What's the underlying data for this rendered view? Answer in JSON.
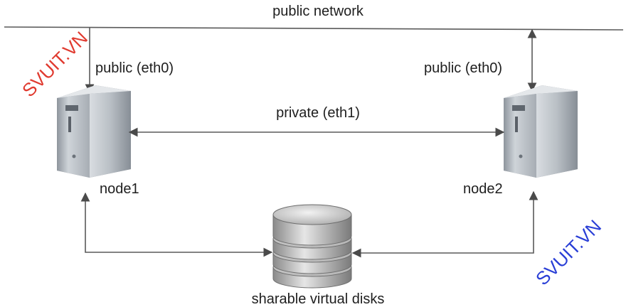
{
  "network": {
    "public_label": "public network"
  },
  "node1": {
    "name": "node1",
    "public_label": "public (eth0)"
  },
  "node2": {
    "name": "node2",
    "public_label": "public (eth0)"
  },
  "private_link": {
    "label": "private (eth1)"
  },
  "storage": {
    "label": "sharable virtual disks"
  },
  "watermarks": {
    "top_left": "SVUIT.VN",
    "bottom_right": "SVUIT.VN"
  },
  "colors": {
    "line": "#5a5a5a",
    "watermark_red": "#e03a2f",
    "watermark_blue": "#2a3fd6"
  },
  "icons": {
    "server": "server-tower-icon",
    "disks": "database-stack-icon"
  }
}
